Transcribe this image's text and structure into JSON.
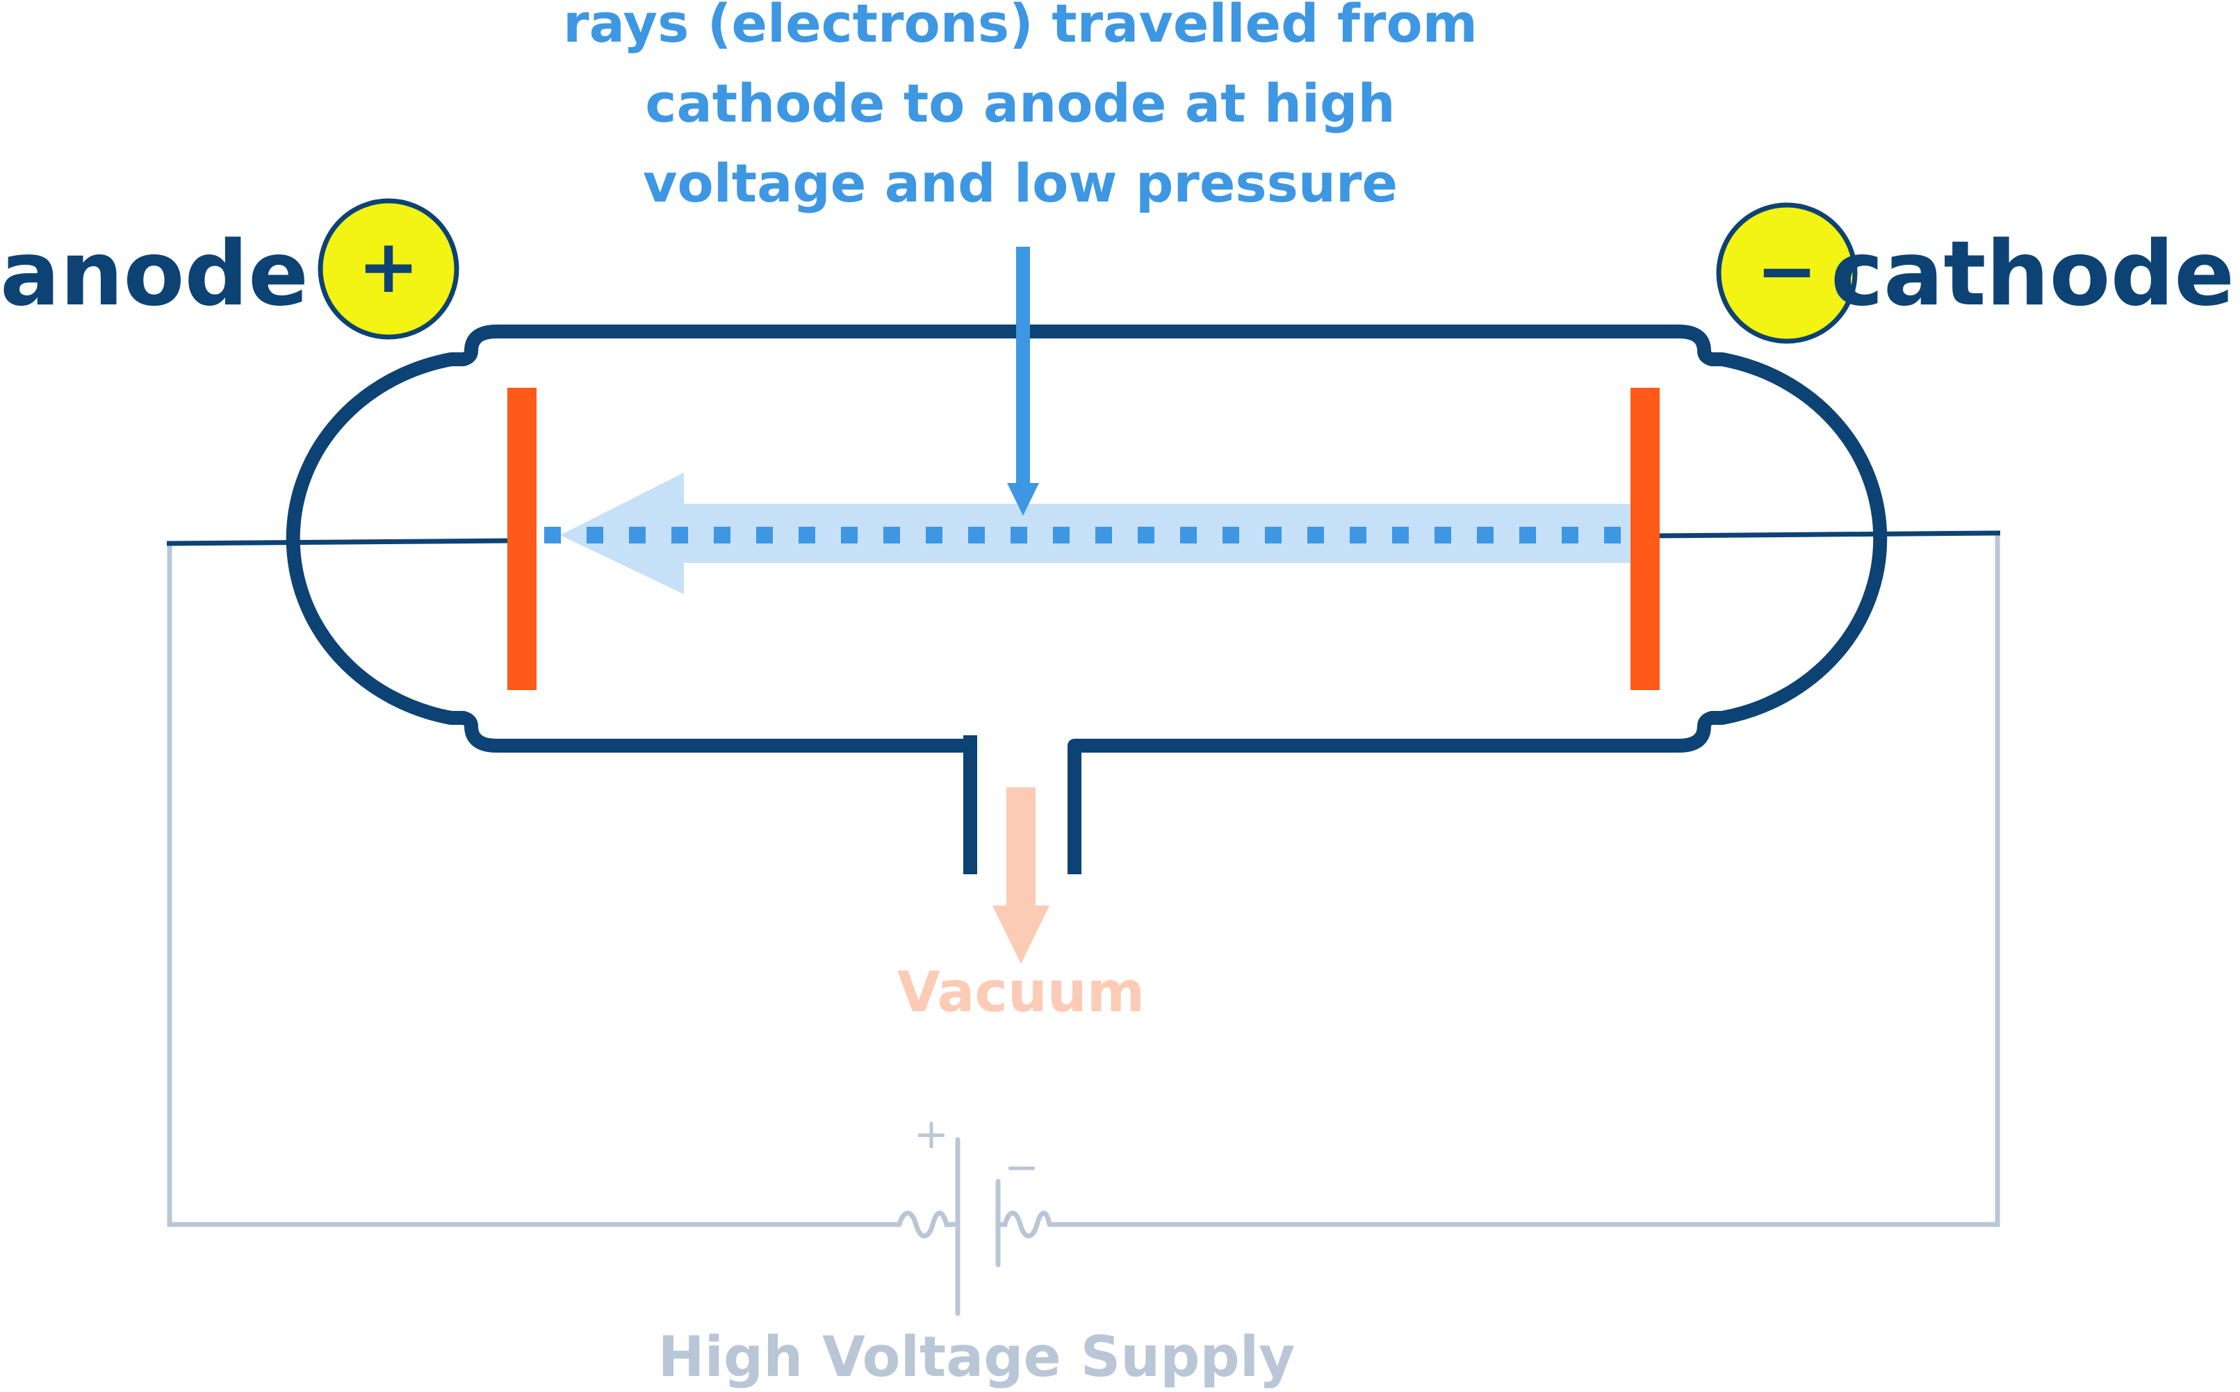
{
  "labels": {
    "anode": "anode",
    "cathode": "cathode",
    "anode_sign": "+",
    "cathode_sign": "−",
    "rays_line1": "rays (electrons) travelled from",
    "rays_line2": "cathode to anode at high",
    "rays_line3": "voltage and low pressure",
    "vacuum": "Vacuum",
    "supply": "High Voltage Supply",
    "battery_plus": "+",
    "battery_minus": "−"
  },
  "colors": {
    "tube": "#0d4274",
    "electrode": "#ff5a1a",
    "beam_light": "#c6e0f7",
    "beam_dots": "#3d97e3",
    "rays_text": "#3d97e3",
    "terminal_fill": "#f3f314",
    "vacuum": "#fccbb6",
    "circuit": "#b9c6d6"
  }
}
